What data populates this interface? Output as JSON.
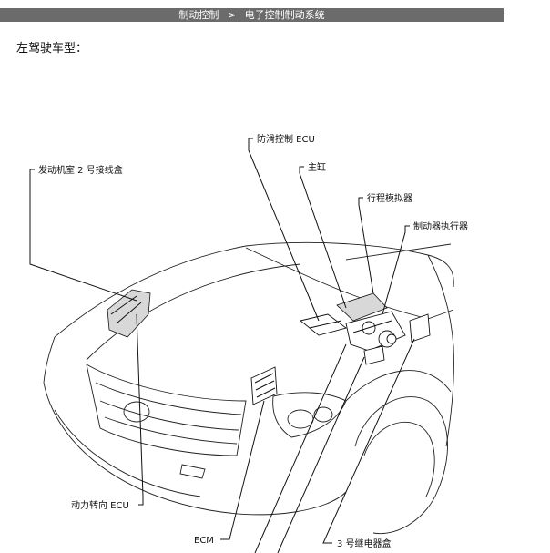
{
  "breadcrumb": {
    "section": "制动控制",
    "separator": ">",
    "subsection": "电子控制制动系统"
  },
  "heading": "左驾驶车型：",
  "callouts": {
    "antilock_ecu": "防滑控制 ECU",
    "master_cylinder": "主缸",
    "stroke_simulator": "行程模拟器",
    "brake_actuator": "制动器执行器",
    "junction_box_2": "发动机室 2 号接线盒",
    "power_steering_ecu": "动力转向 ECU",
    "ecm": "ECM",
    "relay_box_3": "3 号继电器盒"
  }
}
